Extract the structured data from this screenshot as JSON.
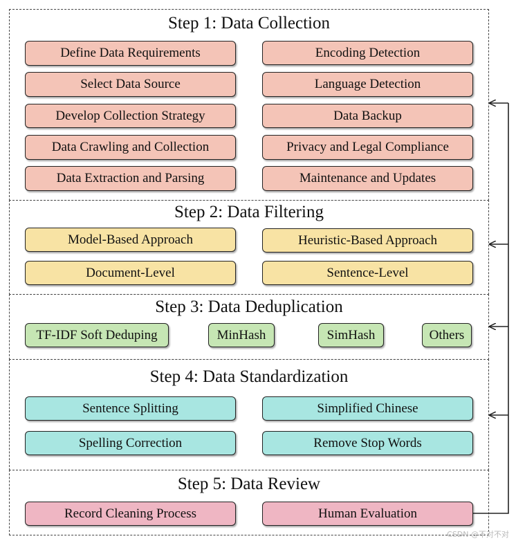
{
  "steps": [
    {
      "title": "Step 1: Data Collection",
      "color": "#f4c4b7",
      "items": [
        "Define Data Requirements",
        "Encoding Detection",
        "Select Data Source",
        "Language Detection",
        "Develop Collection Strategy",
        "Data Backup",
        "Data Crawling and Collection",
        "Privacy and Legal Compliance",
        "Data Extraction and Parsing",
        "Maintenance and Updates"
      ]
    },
    {
      "title": "Step 2: Data Filtering",
      "color": "#f8e3a4",
      "items": [
        "Model-Based Approach",
        "Heuristic-Based Approach",
        "Document-Level",
        "Sentence-Level"
      ]
    },
    {
      "title": "Step 3: Data Deduplication",
      "color": "#c6e6b4",
      "items": [
        "TF-IDF Soft Deduping",
        "MinHash",
        "SimHash",
        "Others"
      ]
    },
    {
      "title": "Step 4: Data Standardization",
      "color": "#a8e6e1",
      "items": [
        "Sentence Splitting",
        "Simplified Chinese",
        "Spelling Correction",
        "Remove Stop Words"
      ]
    },
    {
      "title": "Step 5: Data Review",
      "color": "#efb6c3",
      "items": [
        "Record Cleaning Process",
        "Human Evaluation"
      ]
    }
  ],
  "watermark": "CSDN @不对不对"
}
